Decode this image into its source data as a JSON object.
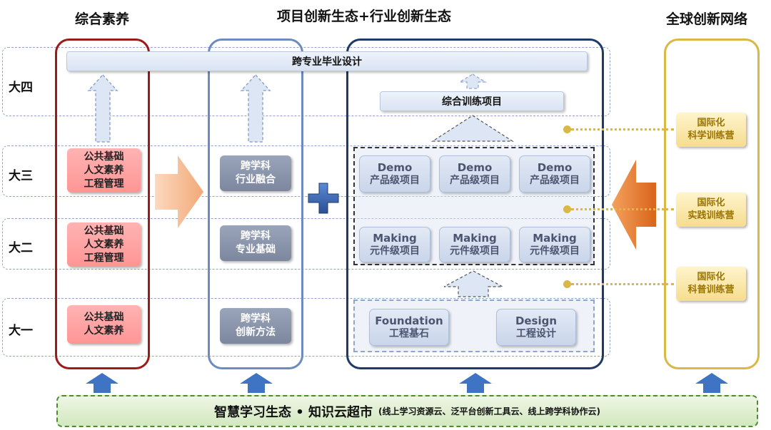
{
  "headers": {
    "left": "综合素养",
    "middle": "项目创新生态+行业创新生态",
    "right": "全球创新网络"
  },
  "years": [
    "大四",
    "大三",
    "大二",
    "大一"
  ],
  "capstone": "跨专业毕业设计",
  "comprehensive_project": "综合训练项目",
  "general_modules": [
    {
      "lines": [
        "公共基础",
        "人文素养",
        "工程管理"
      ]
    },
    {
      "lines": [
        "公共基础",
        "人文素养",
        "工程管理"
      ]
    },
    {
      "lines": [
        "公共基础",
        "人文素养"
      ]
    }
  ],
  "cross_modules": [
    {
      "lines": [
        "跨学科",
        "行业融合"
      ]
    },
    {
      "lines": [
        "跨学科",
        "专业基础"
      ]
    },
    {
      "lines": [
        "跨学科",
        "创新方法"
      ]
    }
  ],
  "demo_projects": [
    {
      "en": "Demo",
      "cn": "产品级项目"
    },
    {
      "en": "Demo",
      "cn": "产品级项目"
    },
    {
      "en": "Demo",
      "cn": "产品级项目"
    }
  ],
  "making_projects": [
    {
      "en": "Making",
      "cn": "元件级项目"
    },
    {
      "en": "Making",
      "cn": "元件级项目"
    },
    {
      "en": "Making",
      "cn": "元件级项目"
    }
  ],
  "foundation_projects": [
    {
      "en": "Foundation",
      "cn": "工程基石"
    },
    {
      "en": "Design",
      "cn": "工程设计"
    }
  ],
  "camps": [
    {
      "lines": [
        "国际化",
        "科学训练营"
      ]
    },
    {
      "lines": [
        "国际化",
        "实践训练营"
      ]
    },
    {
      "lines": [
        "国际化",
        "科普训练营"
      ]
    }
  ],
  "bottom": {
    "main": "智慧学习生态 • 知识云超市",
    "sub": "(线上学习资源云、泛平台创新工具云、线上跨学科协作云)"
  },
  "colors": {
    "red_frame": "#9b1b1b",
    "blue_frame": "#6d8bbf",
    "navy_frame": "#1f3a68",
    "gold_frame": "#d9b846",
    "arrow_blue": "#3f73c4",
    "orange_arrow": "#e0751f"
  }
}
